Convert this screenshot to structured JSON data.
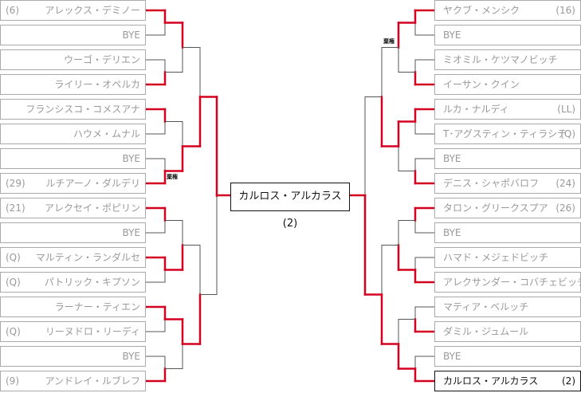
{
  "colors": {
    "winner_line": "#d40020",
    "loser_line": "#555555",
    "box_border": "#aaaaaa"
  },
  "champion": "カルロス・アルカラス (2)",
  "left": [
    {
      "seed": "(6)",
      "name": "アレックス・デミノー"
    },
    {
      "seed": "",
      "name": "BYE"
    },
    {
      "seed": "",
      "name": "ウーゴ・デリエン"
    },
    {
      "seed": "",
      "name": "ライリー・オペルカ"
    },
    {
      "seed": "",
      "name": "フランシスコ・コメスアナ"
    },
    {
      "seed": "",
      "name": "ハウメ・ムナル"
    },
    {
      "seed": "",
      "name": "BYE"
    },
    {
      "seed": "(29)",
      "name": "ルチアーノ・ダルデリ"
    },
    {
      "seed": "(21)",
      "name": "アレクセイ・ポピリン"
    },
    {
      "seed": "",
      "name": "BYE"
    },
    {
      "seed": "(Q)",
      "name": "マルティン・ランダルセ"
    },
    {
      "seed": "(Q)",
      "name": "パトリック・キプソン"
    },
    {
      "seed": "",
      "name": "ラーナー・ティエン"
    },
    {
      "seed": "(Q)",
      "name": "リーヌドロ・リーディ"
    },
    {
      "seed": "",
      "name": "BYE"
    },
    {
      "seed": "(9)",
      "name": "アンドレイ・ルブレフ"
    }
  ],
  "right": [
    {
      "seed": "(16)",
      "name": "ヤクブ・メンシク"
    },
    {
      "seed": "",
      "name": "BYE"
    },
    {
      "seed": "",
      "name": "ミオミル・ケツマノビッチ"
    },
    {
      "seed": "",
      "name": "イーサン・クイン"
    },
    {
      "seed": "(LL)",
      "name": "ルカ・ナルディ"
    },
    {
      "seed": "(Q)",
      "name": "T･アグスティン・ティラシテ"
    },
    {
      "seed": "",
      "name": "BYE"
    },
    {
      "seed": "(24)",
      "name": "デニス・シャポバロフ"
    },
    {
      "seed": "(26)",
      "name": "タロン・グリークスプア"
    },
    {
      "seed": "",
      "name": "BYE"
    },
    {
      "seed": "",
      "name": "ハマド・メジェドビッチ"
    },
    {
      "seed": "",
      "name": "アレクサンダー・コバチェビッチ"
    },
    {
      "seed": "",
      "name": "マティア・ベルッチ"
    },
    {
      "seed": "",
      "name": "ダミル・ジュムール"
    },
    {
      "seed": "",
      "name": "BYE"
    },
    {
      "seed": "(2)",
      "name": "カルロス・アルカラス"
    }
  ],
  "annotations": {
    "left_walkover": "棄権",
    "right_walkover": "棄権"
  }
}
